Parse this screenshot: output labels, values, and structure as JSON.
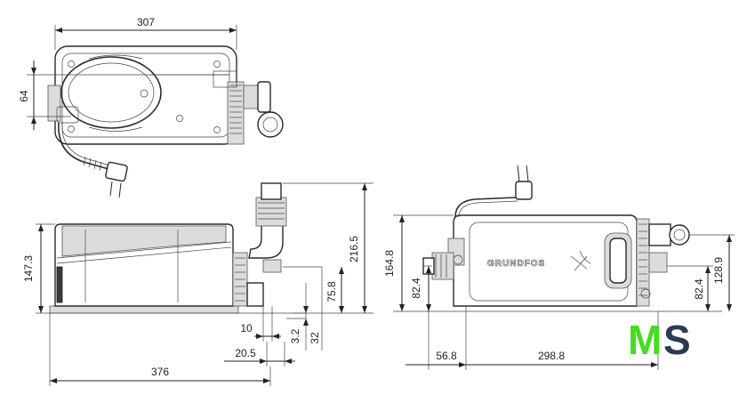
{
  "dimensions": {
    "top_width": "307",
    "top_depth": "64",
    "front_width": "376",
    "front_height": "147.3",
    "front_outlet_height": "216.5",
    "front_inlet_height": "75.8",
    "front_offset_10": "10",
    "front_offset_20_5": "20.5",
    "front_offset_3_2": "3.2",
    "front_offset_32": "32",
    "side_height": "164.8",
    "side_inlet_height_left": "82.4",
    "side_inlet_height_right": "82.4",
    "side_outlet_height": "128.9",
    "side_offset": "56.8",
    "side_width": "298.8"
  },
  "product": {
    "brand_text": "GRUNDFOS"
  },
  "watermark": {
    "letter_m": "M",
    "letter_s": "S",
    "color_m": "#44dd22",
    "color_s": "#2b3a55"
  }
}
